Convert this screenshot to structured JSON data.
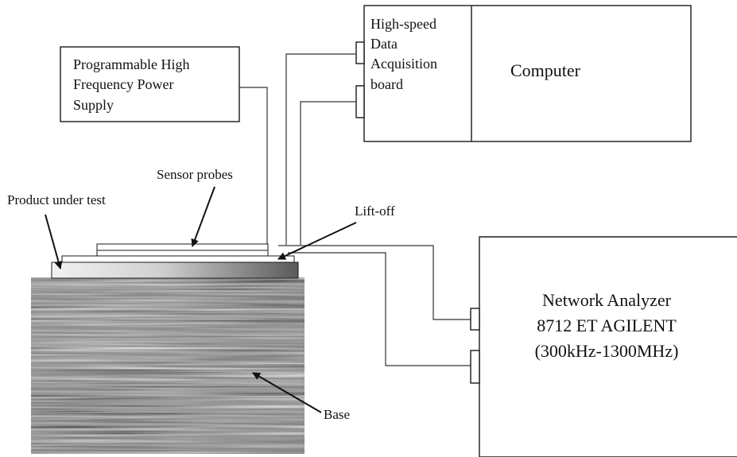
{
  "power_supply": {
    "lines": [
      "Programmable High",
      "Frequency Power",
      "Supply"
    ]
  },
  "daq_board": {
    "lines": [
      "High-speed",
      "Data",
      "Acquisition",
      "board"
    ]
  },
  "computer": {
    "label": "Computer"
  },
  "network_analyzer": {
    "lines": [
      "Network Analyzer",
      "8712 ET AGILENT",
      "(300kHz-1300MHz)"
    ]
  },
  "labels": {
    "sensor_probes": "Sensor probes",
    "product_under_test": "Product under test",
    "lift_off": "Lift-off",
    "base": "Base"
  }
}
